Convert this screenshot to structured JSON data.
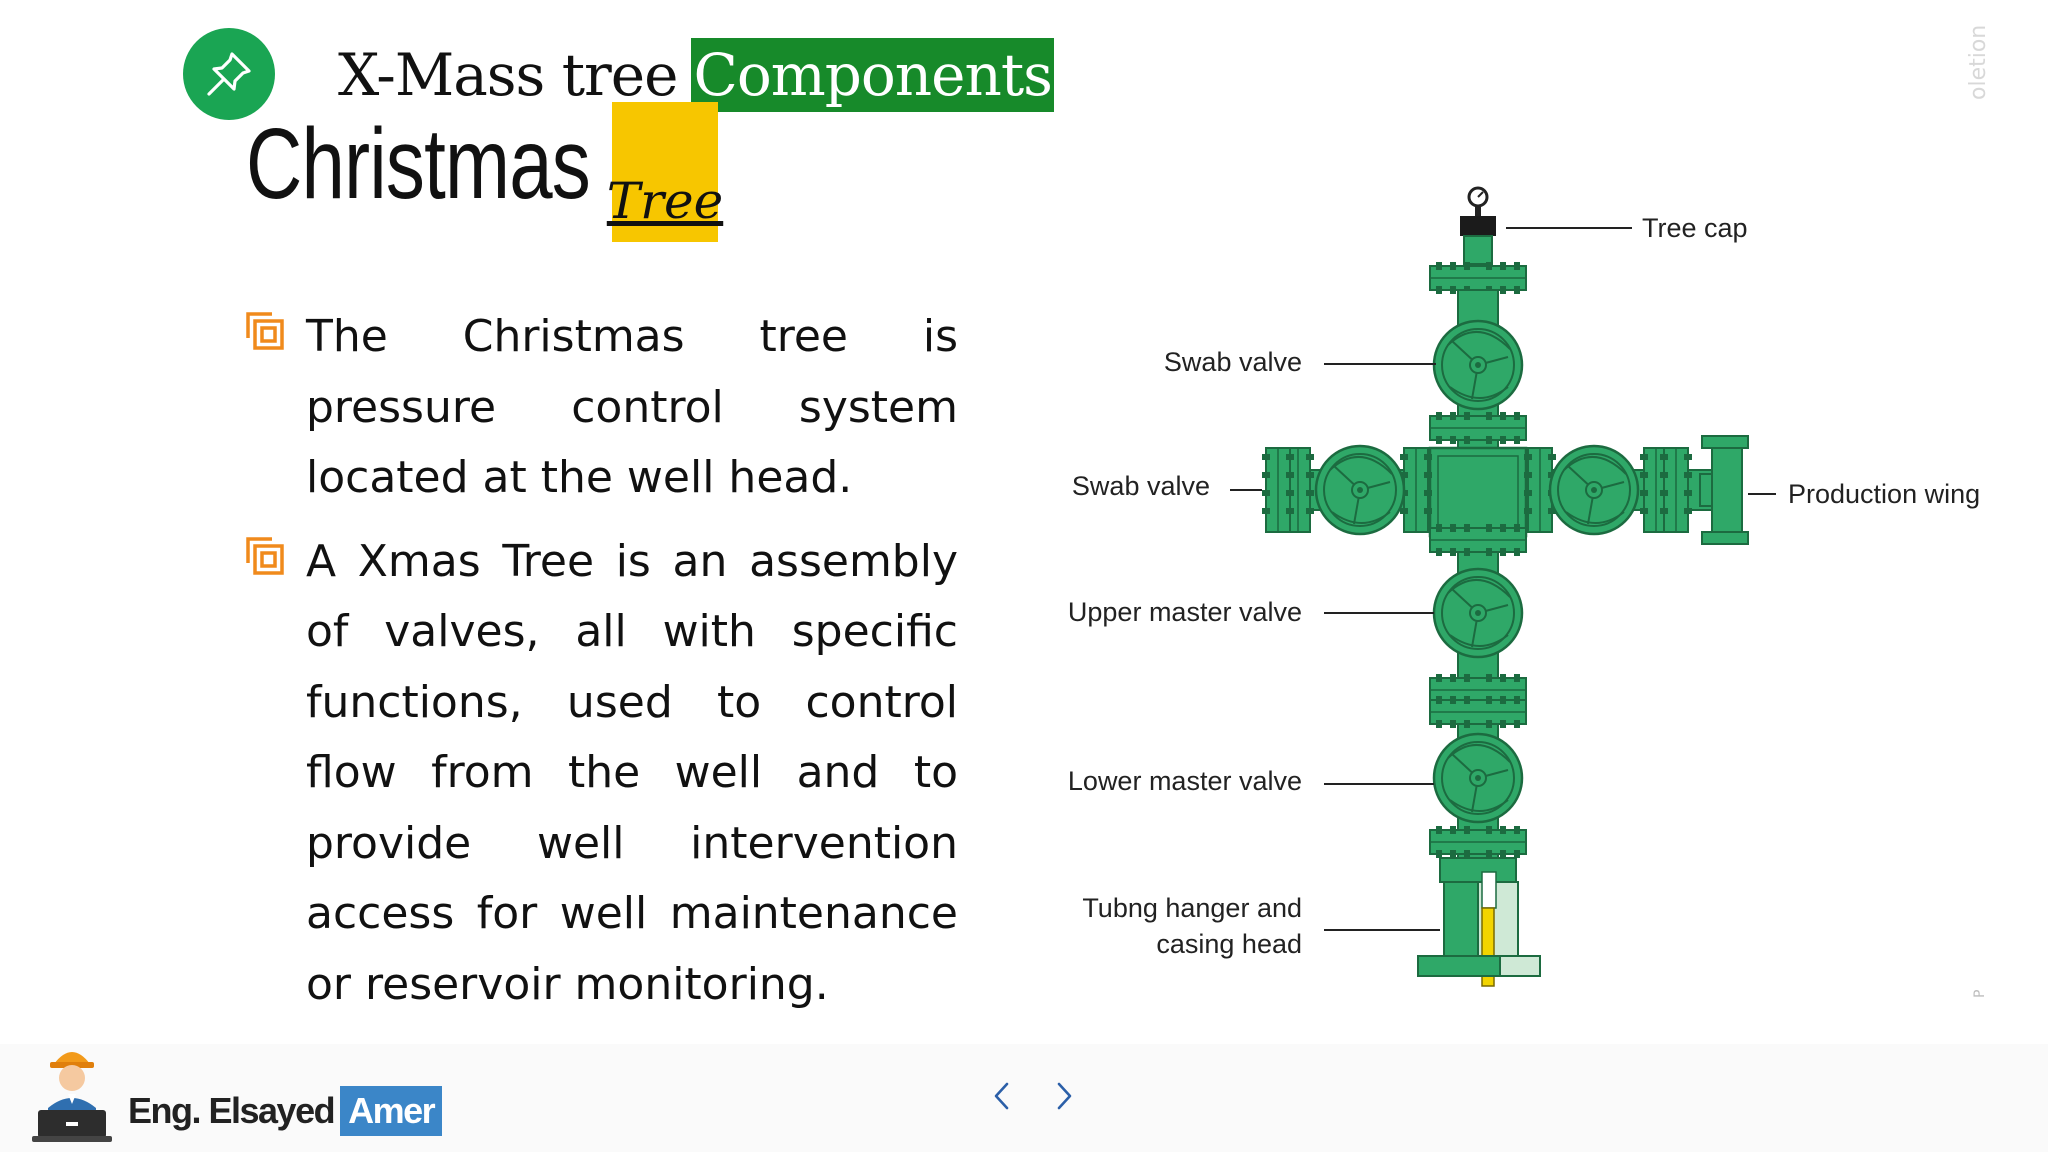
{
  "header": {
    "subtitle_plain": "X-Mass tree",
    "subtitle_highlight": "Components",
    "title_main": "Christmas",
    "title_highlight": "Tree",
    "pin_icon": "pushpin-icon",
    "accent_green": "#1aa553",
    "highlight_green": "#178a2a",
    "highlight_yellow": "#f7c600"
  },
  "bullets": [
    {
      "icon": "nested-squares-icon",
      "text": "The Christmas tree is pressure control system located at the well head."
    },
    {
      "icon": "nested-squares-icon",
      "text": "A Xmas Tree is an assembly of valves, all with specific functions, used to control flow from the well and to provide well intervention access for well maintenance or reservoir monitoring."
    }
  ],
  "diagram": {
    "equipment_color": "#2fa868",
    "labels": {
      "tree_cap": "Tree cap",
      "swab_valve_top": "Swab valve",
      "swab_valve_side": "Swab valve",
      "production_wing": "Production wing",
      "upper_master_valve": "Upper master valve",
      "lower_master_valve": "Lower master valve",
      "tubing_line1": "Tubng hanger and",
      "tubing_line2": "casing head"
    }
  },
  "watermarks": {
    "top": "oletion",
    "bottom": "P"
  },
  "footer": {
    "brand_name": "Eng. Elsayed",
    "brand_highlight": "Amer",
    "brand_blue": "#3b86c8",
    "prev_icon": "chevron-left-icon",
    "next_icon": "chevron-right-icon"
  }
}
